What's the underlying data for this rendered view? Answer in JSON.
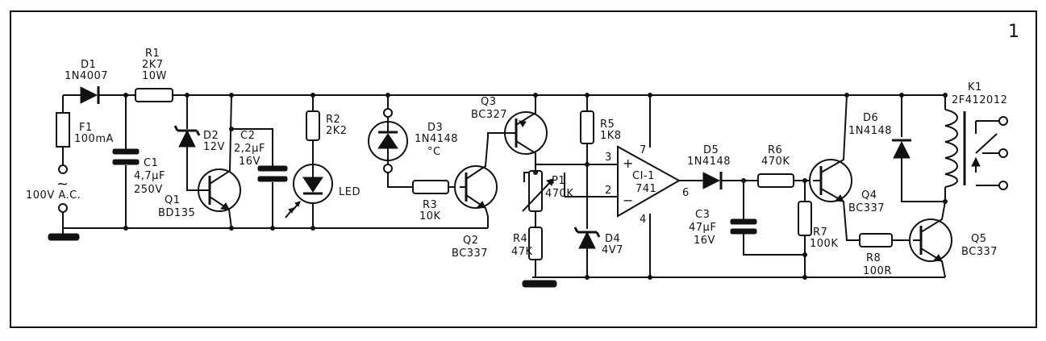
{
  "figure_number": "1",
  "labels": {
    "d1_name": "D1",
    "d1_value": "1N4007",
    "r1_name": "R1",
    "r1_value": "2K7",
    "r1_power": "10W",
    "f1_name": "F1",
    "f1_value": "100mA",
    "c1_name": "C1",
    "c1_value": "4,7µF",
    "c1_voltage": "250V",
    "ac_symbol": "~",
    "ac_label": "100V A.C.",
    "d2_name": "D2",
    "d2_value": "12V",
    "q1_name": "Q1",
    "q1_value": "BD135",
    "c2_name": "C2",
    "c2_value": "2,2µF",
    "c2_voltage": "16V",
    "r2_name": "R2",
    "r2_value": "2K2",
    "led_label": "LED",
    "d3_name": "D3",
    "d3_value": "1N4148",
    "d3_temp": "°C",
    "q3_name": "Q3",
    "q3_value": "BC327",
    "r3_name": "R3",
    "r3_value": "10K",
    "q2_name": "Q2",
    "q2_value": "BC337",
    "r5_name": "R5",
    "r5_value": "1K8",
    "p1_name": "P1",
    "p1_value": "470K",
    "r4_name": "R4",
    "r4_value": "47K",
    "d4_name": "D4",
    "d4_value": "4V7",
    "ic_name": "CI-1",
    "ic_value": "741",
    "pin3": "3",
    "pin2": "2",
    "pin7": "7",
    "pin4": "4",
    "pin6": "6",
    "plus": "+",
    "minus": "−",
    "d5_name": "D5",
    "d5_value": "1N4148",
    "r6_name": "R6",
    "r6_value": "470K",
    "c3_name": "C3",
    "c3_value": "47µF",
    "c3_voltage": "16V",
    "r7_name": "R7",
    "r7_value": "100K",
    "d6_name": "D6",
    "d6_value": "1N4148",
    "k1_name": "K1",
    "k1_value": "2F412012",
    "q4_name": "Q4",
    "q4_value": "BC337",
    "r8_name": "R8",
    "r8_value": "100R",
    "q5_name": "Q5",
    "q5_value": "BC337"
  }
}
